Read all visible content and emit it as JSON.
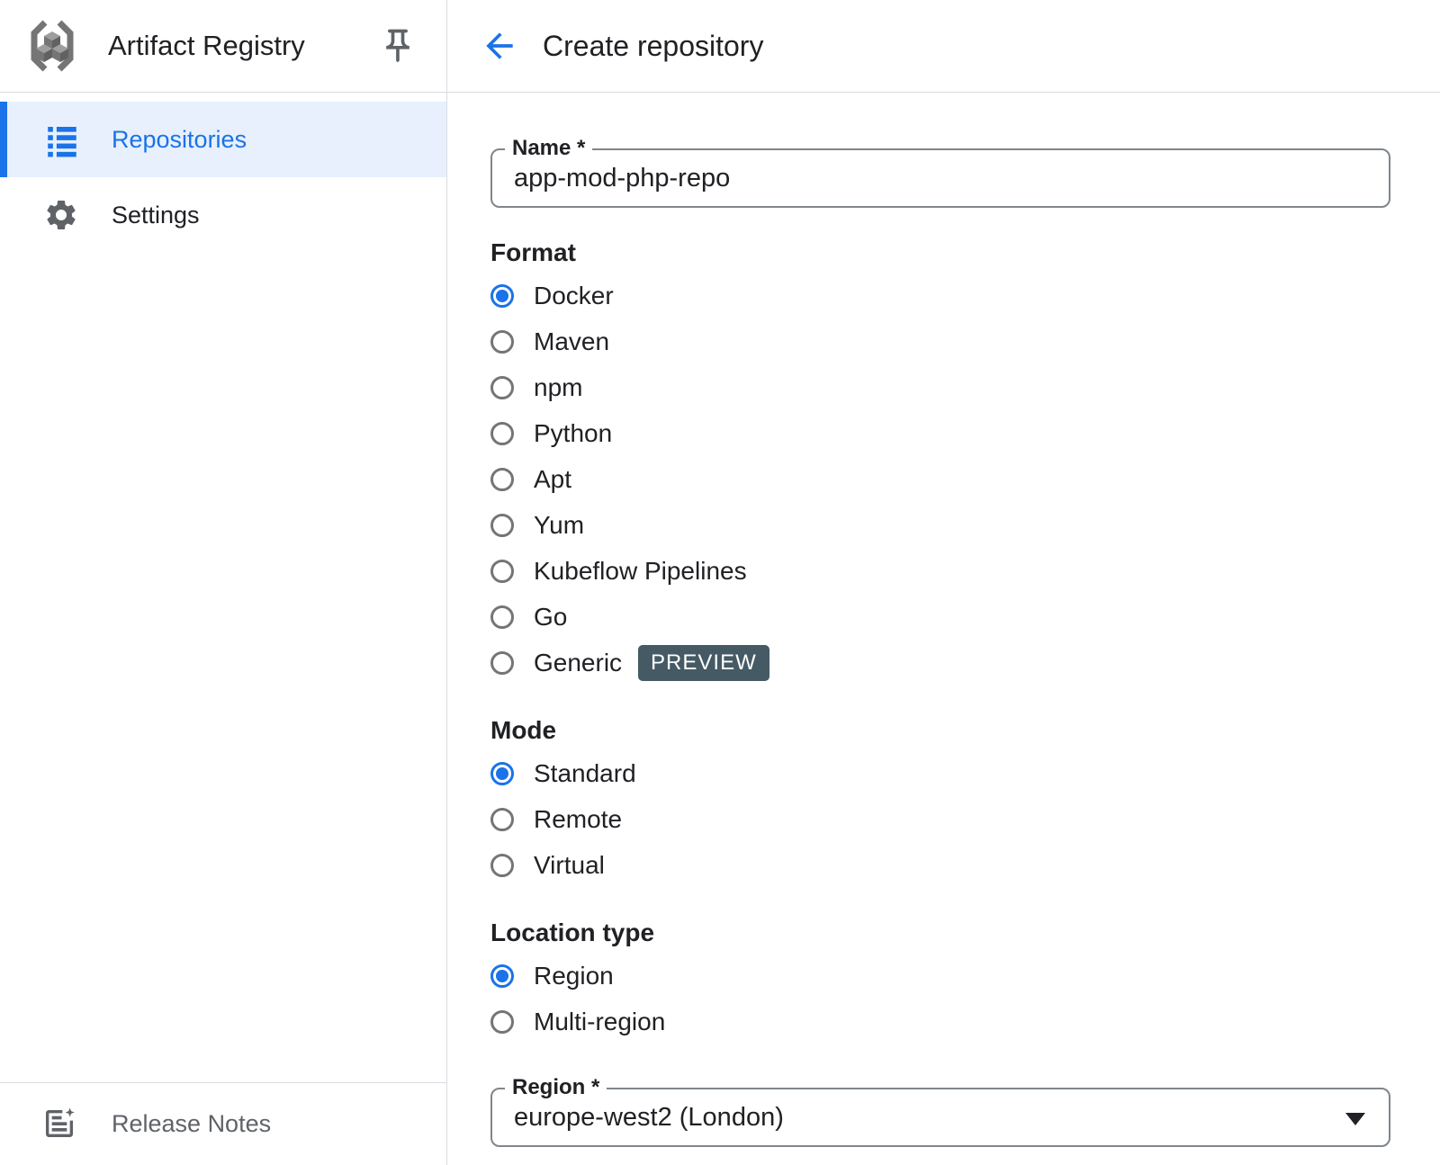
{
  "sidebar": {
    "app_title": "Artifact Registry",
    "items": [
      {
        "label": "Repositories",
        "selected": true
      },
      {
        "label": "Settings",
        "selected": false
      }
    ],
    "footer_item": {
      "label": "Release Notes"
    }
  },
  "header": {
    "title": "Create repository"
  },
  "form": {
    "name_field": {
      "label": "Name *",
      "value": "app-mod-php-repo"
    },
    "format": {
      "label": "Format",
      "options": [
        {
          "label": "Docker",
          "selected": true
        },
        {
          "label": "Maven",
          "selected": false
        },
        {
          "label": "npm",
          "selected": false
        },
        {
          "label": "Python",
          "selected": false
        },
        {
          "label": "Apt",
          "selected": false
        },
        {
          "label": "Yum",
          "selected": false
        },
        {
          "label": "Kubeflow Pipelines",
          "selected": false
        },
        {
          "label": "Go",
          "selected": false
        },
        {
          "label": "Generic",
          "selected": false,
          "badge": "PREVIEW"
        }
      ]
    },
    "mode": {
      "label": "Mode",
      "options": [
        {
          "label": "Standard",
          "selected": true
        },
        {
          "label": "Remote",
          "selected": false
        },
        {
          "label": "Virtual",
          "selected": false
        }
      ]
    },
    "location_type": {
      "label": "Location type",
      "options": [
        {
          "label": "Region",
          "selected": true
        },
        {
          "label": "Multi-region",
          "selected": false
        }
      ]
    },
    "region_field": {
      "label": "Region *",
      "value": "europe-west2 (London)"
    }
  },
  "icons": {
    "logo": "artifact-registry-logo",
    "pin": "pin-icon",
    "repositories": "list-icon",
    "settings": "gear-icon",
    "release_notes": "release-notes-icon",
    "back": "arrow-back-icon",
    "dropdown": "dropdown-arrow-icon"
  },
  "colors": {
    "accent_blue": "#1a73e8",
    "selected_nav_bg": "#e8f0fe",
    "preview_badge_bg": "#455a64",
    "divider": "#dadce0",
    "icon_gray": "#5f6368",
    "input_border": "#80868b",
    "text": "#202124"
  }
}
